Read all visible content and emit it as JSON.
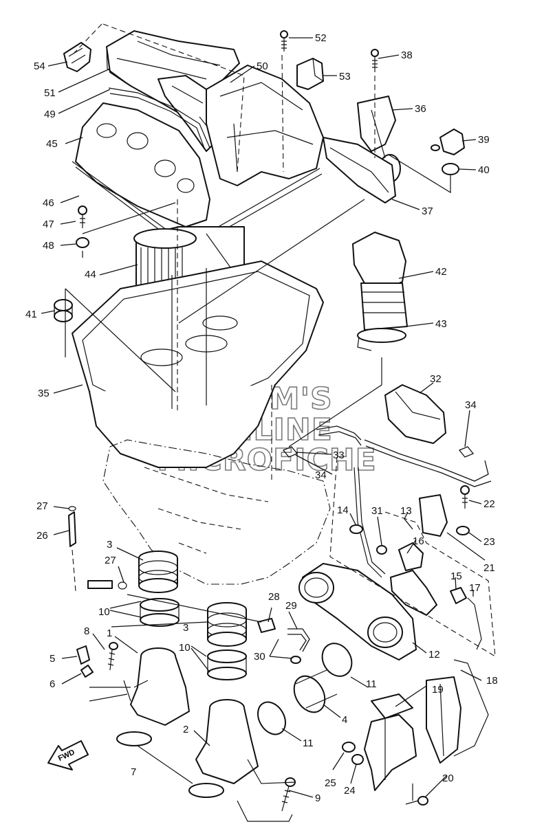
{
  "callouts": {
    "c1": "1",
    "c2": "2",
    "c3a": "3",
    "c3b": "3",
    "c4": "4",
    "c5": "5",
    "c6": "6",
    "c7": "7",
    "c8": "8",
    "c9": "9",
    "c10a": "10",
    "c10b": "10",
    "c11a": "11",
    "c11b": "11",
    "c12": "12",
    "c13": "13",
    "c14": "14",
    "c15": "15",
    "c16": "16",
    "c17": "17",
    "c18": "18",
    "c19": "19",
    "c20": "20",
    "c21": "21",
    "c22": "22",
    "c23": "23",
    "c24": "24",
    "c25": "25",
    "c26": "26",
    "c27a": "27",
    "c27b": "27",
    "c28": "28",
    "c29": "29",
    "c30": "30",
    "c31": "31",
    "c32": "32",
    "c33": "33",
    "c34a": "34",
    "c34b": "34",
    "c35": "35",
    "c36": "36",
    "c37": "37",
    "c38": "38",
    "c39": "39",
    "c40": "40",
    "c41": "41",
    "c42": "42",
    "c43": "43",
    "c44": "44",
    "c45": "45",
    "c46": "46",
    "c47": "47",
    "c48": "48",
    "c49": "49",
    "c50": "50",
    "c51": "51",
    "c52": "52",
    "c53": "53",
    "c54": "54"
  },
  "watermark": {
    "line1": "HLSM'S",
    "line2": "ONLINE",
    "line3": "MICROFICHE"
  },
  "fwd_label": "FWD"
}
